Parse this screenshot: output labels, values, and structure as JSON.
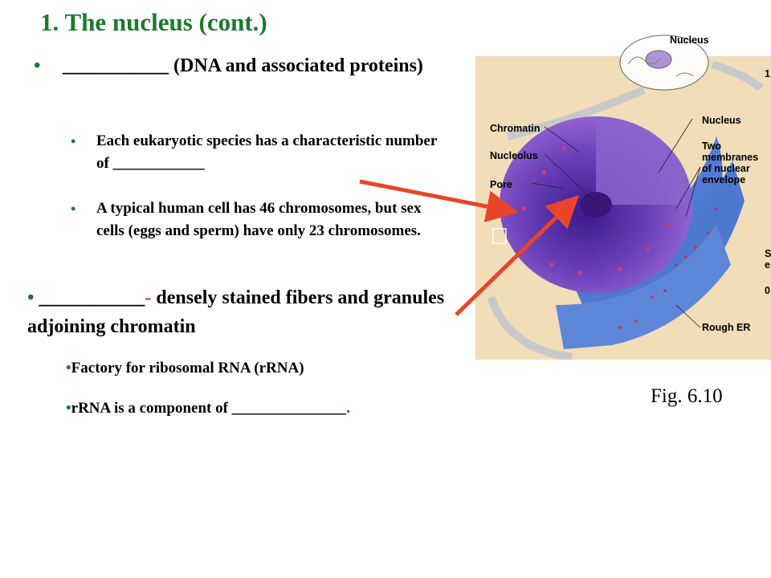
{
  "title": "1. The nucleus (cont.)",
  "bullet1": {
    "bullet": "•",
    "blank": "___________",
    "text": " (DNA and associated proteins)",
    "subs": [
      {
        "bullet": "•",
        "text": "Each eukaryotic species has a characteristic number of ____________"
      },
      {
        "bullet": "•",
        "text": "A typical human cell has 46 chromosomes, but sex cells (eggs and sperm) have only 23 chromosomes."
      }
    ]
  },
  "bullet2": {
    "bullet": "•",
    "blank": "___________",
    "dash": "-",
    "text": " densely stained fibers and granules adjoining chromatin",
    "subs": [
      {
        "bullet": "•",
        "text": "Factory for ribosomal RNA (rRNA)"
      },
      {
        "bullet": "•",
        "text": "rRNA is a component of _______________",
        "end": "."
      }
    ]
  },
  "figure": {
    "labels": {
      "nucleus_top": "Nucleus",
      "chromatin": "Chromatin",
      "nucleolus": "Nucleolus",
      "pore": "Pore",
      "nucleus": "Nucleus",
      "two_membranes": [
        "Two",
        "membranes",
        "of nuclear",
        "envelope"
      ],
      "rough_er": "Rough ER",
      "edge_1": "1",
      "edge_s": "S",
      "edge_e": "e",
      "edge_0": "0"
    },
    "caption": "Fig. 6.10"
  },
  "colors": {
    "title": "#1a7a2e",
    "arrow": "#e8452a",
    "nucleus": "#7a4fc2",
    "er": "#4a78d8",
    "figure_bg": "#f1ddb8"
  }
}
